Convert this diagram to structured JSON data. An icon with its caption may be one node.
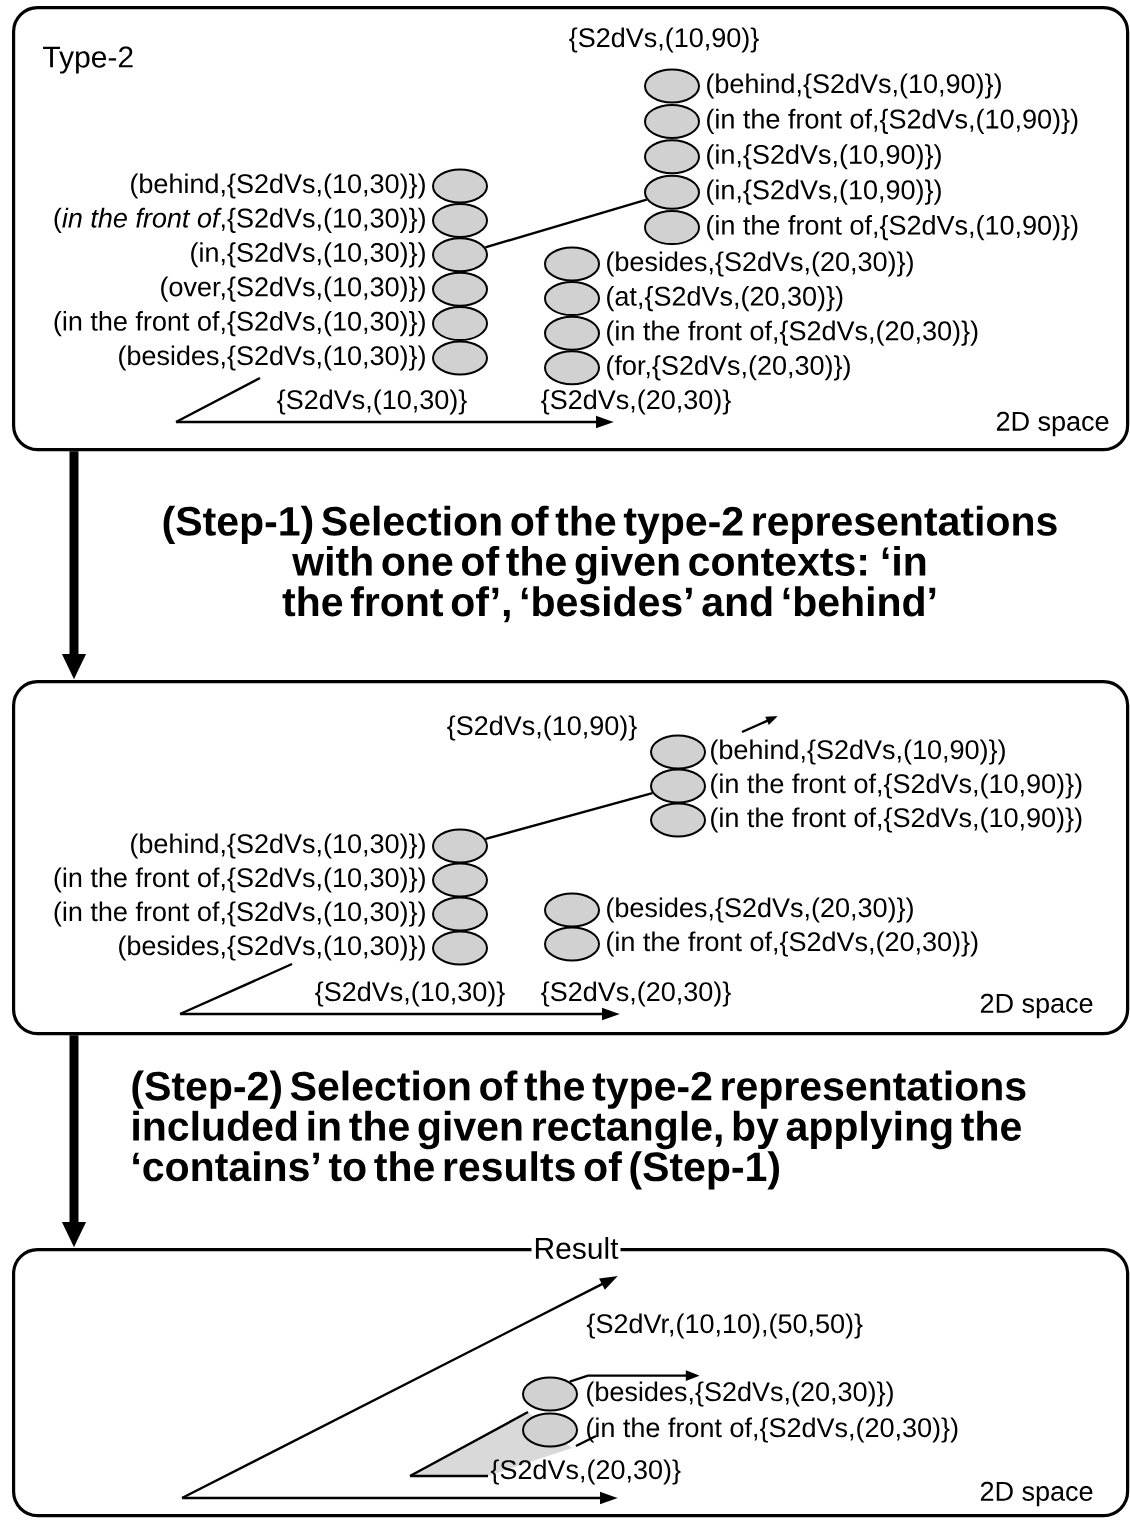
{
  "diagram": {
    "nodes": [
      {
        "text": [
          "Type-2"
        ]
      },
      {
        "text": [],
        "shape": "ellipse",
        "in": 0,
        "beside": [
          "(behind,{S2dVs,(10,30)})"
        ]
      },
      {
        "text": [],
        "shape": "ellipse",
        "in": 0,
        "beside": [
          "(*in the front of*,{S2dVs,(10,30)})"
        ]
      },
      {
        "text": [],
        "shape": "ellipse",
        "in": 0,
        "beside": [
          "(in,{S2dVs,(10,30)})"
        ]
      },
      {
        "text": [],
        "shape": "ellipse",
        "in": 0,
        "beside": [
          "(over,{S2dVs,(10,30)})"
        ]
      },
      {
        "text": [],
        "shape": "ellipse",
        "in": 0,
        "beside": [
          "(in the front of,{S2dVs,(10,30)})"
        ]
      },
      {
        "text": [],
        "shape": "ellipse",
        "in": 0,
        "beside": [
          "(besides,{S2dVs,(10,30)})"
        ]
      },
      {
        "text": [],
        "shape": "ellipse",
        "in": 0,
        "beside": [
          "(behind,{S2dVs,(10,90)})"
        ]
      },
      {
        "text": [],
        "shape": "ellipse",
        "in": 0,
        "beside": [
          "(in the front of,{S2dVs,(10,90)})"
        ]
      },
      {
        "text": [],
        "shape": "ellipse",
        "in": 0,
        "beside": [
          "(in,{S2dVs,(10,90)})"
        ]
      },
      {
        "text": [],
        "shape": "ellipse",
        "in": 0,
        "beside": [
          "(in,{S2dVs,(10,90)})"
        ]
      },
      {
        "text": [],
        "shape": "ellipse",
        "in": 0,
        "beside": [
          "(in the front of,{S2dVs,(10,90)})"
        ]
      },
      {
        "text": [],
        "shape": "ellipse",
        "in": 0,
        "beside": [
          "(besides,{S2dVs,(20,30)})"
        ]
      },
      {
        "text": [],
        "shape": "ellipse",
        "in": 0,
        "beside": [
          "(at,{S2dVs,(20,30)})"
        ]
      },
      {
        "text": [],
        "shape": "ellipse",
        "in": 0,
        "beside": [
          "(in the front of,{S2dVs,(20,30)})"
        ]
      },
      {
        "text": [],
        "shape": "ellipse",
        "in": 0,
        "beside": [
          "(for,{S2dVs,(20,30)})"
        ]
      },
      {
        "text": [],
        "shape": "box"
      },
      {
        "text": [],
        "shape": "ellipse",
        "in": 16,
        "beside": [
          "(behind,{S2dVs,(10,90)})"
        ]
      },
      {
        "text": [],
        "shape": "ellipse",
        "in": 16,
        "beside": [
          "(in the front of,{S2dVs,(10,90)})"
        ]
      },
      {
        "text": [],
        "shape": "ellipse",
        "in": 16,
        "beside": [
          "(in the front of,{S2dVs,(10,90)})"
        ]
      },
      {
        "text": [],
        "shape": "ellipse",
        "in": 16,
        "beside": [
          "(behind,{S2dVs,(10,30)})"
        ]
      },
      {
        "text": [],
        "shape": "ellipse",
        "in": 16,
        "beside": [
          "(in the front of,{S2dVs,(10,30)})"
        ]
      },
      {
        "text": [],
        "shape": "ellipse",
        "in": 16,
        "beside": [
          "(in the front of,{S2dVs,(10,30)})"
        ]
      },
      {
        "text": [],
        "shape": "ellipse",
        "in": 16,
        "beside": [
          "(besides,{S2dVs,(10,30)})"
        ]
      },
      {
        "text": [],
        "shape": "ellipse",
        "in": 16,
        "beside": [
          "(besides,{S2dVs,(20,30)})"
        ]
      },
      {
        "text": [],
        "shape": "ellipse",
        "in": 16,
        "beside": [
          "(in the front of,{S2dVs,(20,30)})"
        ]
      },
      {
        "text": [
          "Result"
        ]
      },
      {
        "text": [],
        "shape": "ellipse",
        "in": 26,
        "beside": [
          "(besides,{S2dVs,(20,30)})"
        ]
      },
      {
        "text": [],
        "shape": "ellipse",
        "in": 26,
        "beside": [
          "(in the front of,{S2dVs,(20,30)})"
        ]
      }
    ],
    "edges": [
      {
        "from": 0,
        "to": 16,
        "arrow": "to",
        "style": "thick"
      },
      {
        "from": 16,
        "to": 26,
        "arrow": "to",
        "style": "thick"
      },
      {
        "from": 3,
        "to": 10,
        "arrow": "none"
      },
      {
        "from": 20,
        "to": 18,
        "arrow": "none"
      },
      {
        "from": 27,
        "to": null,
        "arrow": "to"
      }
    ],
    "labels": [
      "{S2dVs,(10,90)}",
      "{S2dVs,(10,30)}",
      "{S2dVs,(20,30)}",
      "2D space",
      "(Step-1) Selection of the type-2 representations with one of the given contexts: ‘in the front of’, ‘besides’ and ‘behind’",
      "{S2dVs,(10,90)}",
      "{S2dVs,(10,30)}",
      "{S2dVs,(20,30)}",
      "2D space",
      "(Step-2) Selection of the type-2 representations included in the given rectangle, by applying the ‘contains’ to the results of (Step-1)",
      "{S2dVr,(10,10),(50,50)}",
      "{S2dVs,(20,30)}",
      "2D space"
    ]
  }
}
